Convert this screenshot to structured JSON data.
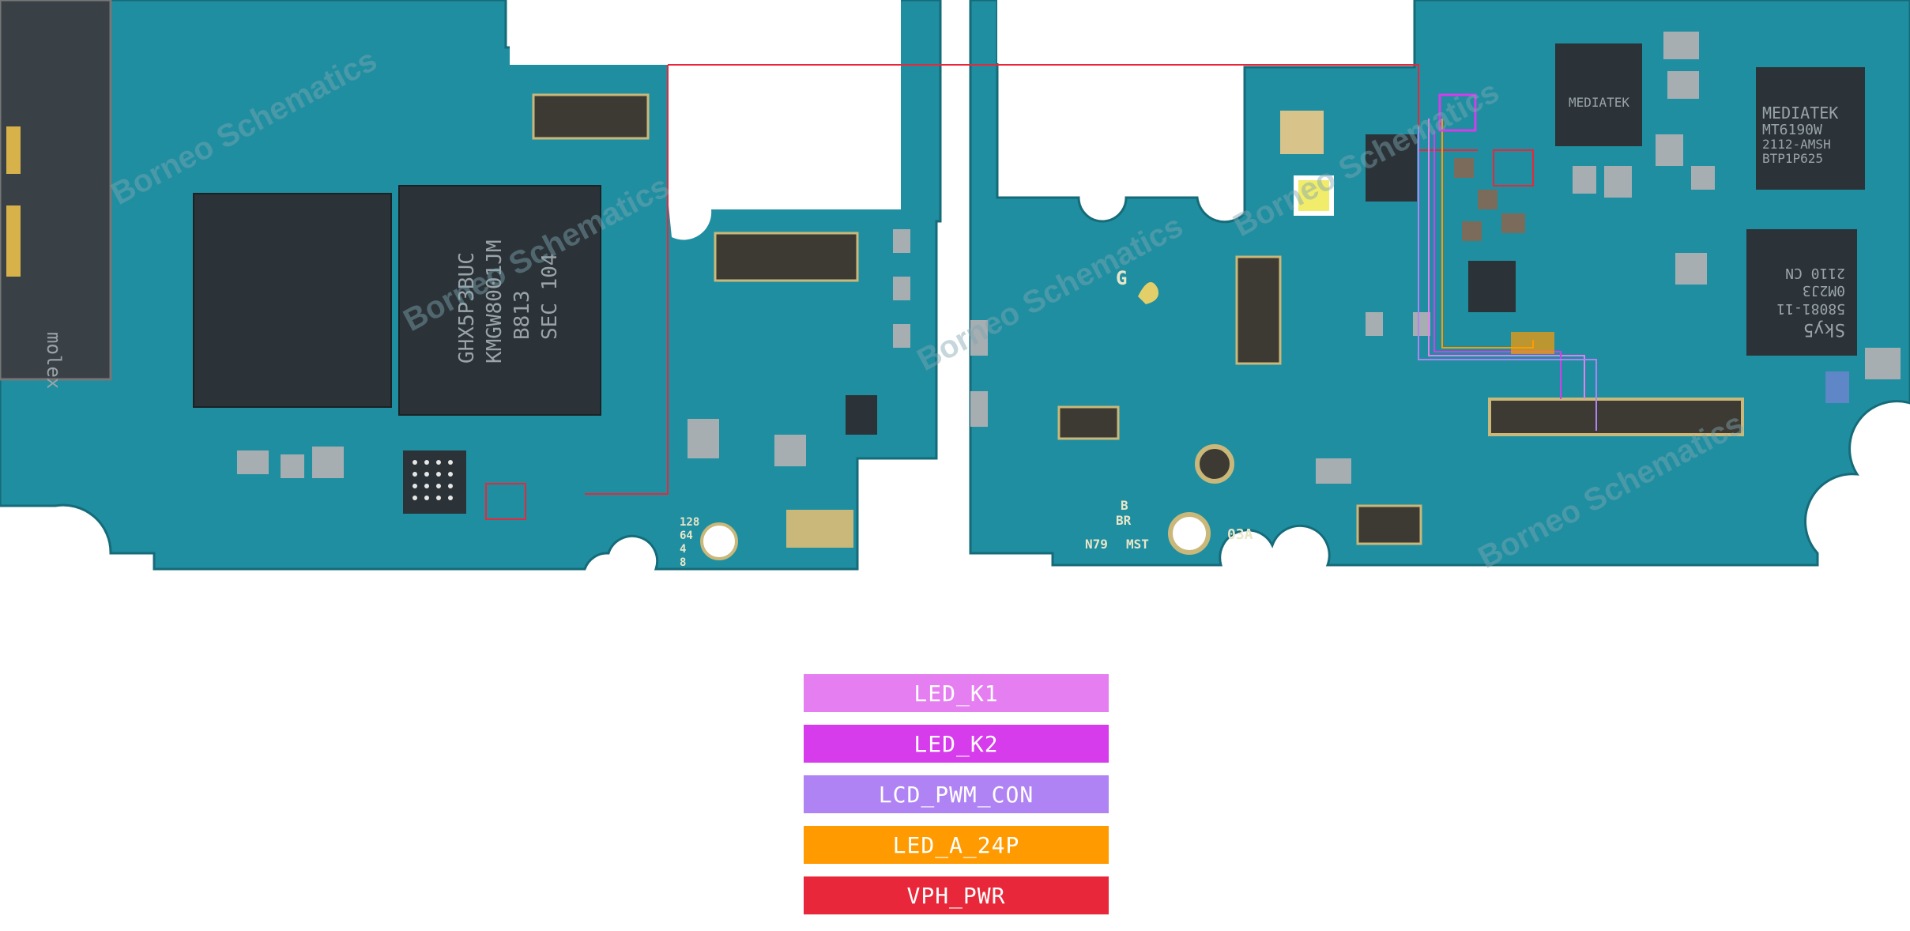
{
  "legend": [
    {
      "label": "LED_K1",
      "color": "#e57ef0"
    },
    {
      "label": "LED_K2",
      "color": "#d63bec"
    },
    {
      "label": "LCD_PWM_CON",
      "color": "#b083f5"
    },
    {
      "label": "LED_A_24P",
      "color": "#ff9a00"
    },
    {
      "label": "VPH_PWR",
      "color": "#e8283a"
    }
  ],
  "chips": {
    "left_memory": [
      "SEC 104",
      "B813",
      "KMGW8001JM",
      "GHX5P3BUC"
    ],
    "mediatek_1": [
      "MEDIATEK"
    ],
    "mediatek_2": [
      "MEDIATEK",
      "MT6190W",
      "2112-AMSH",
      "BTP1P625"
    ],
    "skyworks": [
      "Sky5",
      "58081-11",
      "0M2J3",
      "2110 CN"
    ],
    "molex": "molex"
  },
  "silkscreen": {
    "left_codes": [
      "128",
      "64",
      "4",
      "8"
    ],
    "right_codes": [
      "B",
      "BR",
      "N79",
      "MST",
      "03A"
    ],
    "g_logo": "G"
  },
  "watermark": "Borneo Schematics",
  "colors": {
    "pcb": "#1f8ea0",
    "pcb_dark": "#177687",
    "trace": "#2a9db0",
    "chip": "#2b3338"
  }
}
